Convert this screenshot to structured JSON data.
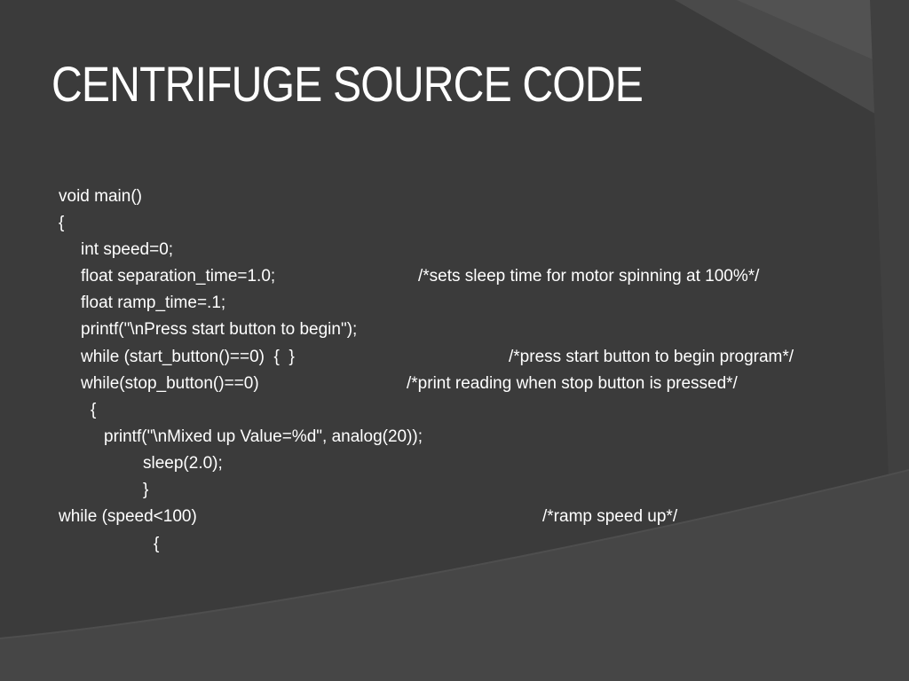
{
  "slide": {
    "title": "CENTRIFUGE SOURCE CODE",
    "lines": [
      {
        "code": "void main()",
        "comment": ""
      },
      {
        "code": "{",
        "comment": ""
      },
      {
        "code": "int speed=0;",
        "comment": ""
      },
      {
        "code": "float separation_time=1.0;",
        "comment": "/*sets sleep time for motor spinning at 100%*/"
      },
      {
        "code": "float ramp_time=.1;",
        "comment": ""
      },
      {
        "code": "printf(\"\\nPress start button to begin\");",
        "comment": ""
      },
      {
        "code": "while (start_button()==0)  {  }",
        "comment": "/*press start button to begin program*/"
      },
      {
        "code": "while(stop_button()==0)",
        "comment": "/*print reading when stop button is pressed*/"
      },
      {
        "code": "{",
        "comment": ""
      },
      {
        "code": "printf(\"\\nMixed up Value=%d\", analog(20));",
        "comment": ""
      },
      {
        "code": "sleep(2.0);",
        "comment": ""
      },
      {
        "code": "}",
        "comment": ""
      },
      {
        "code": "while (speed<100)",
        "comment": "/*ramp speed up*/"
      },
      {
        "code": "{",
        "comment": ""
      }
    ]
  },
  "colors": {
    "background": "#3b3b3b",
    "text": "#ffffff"
  }
}
